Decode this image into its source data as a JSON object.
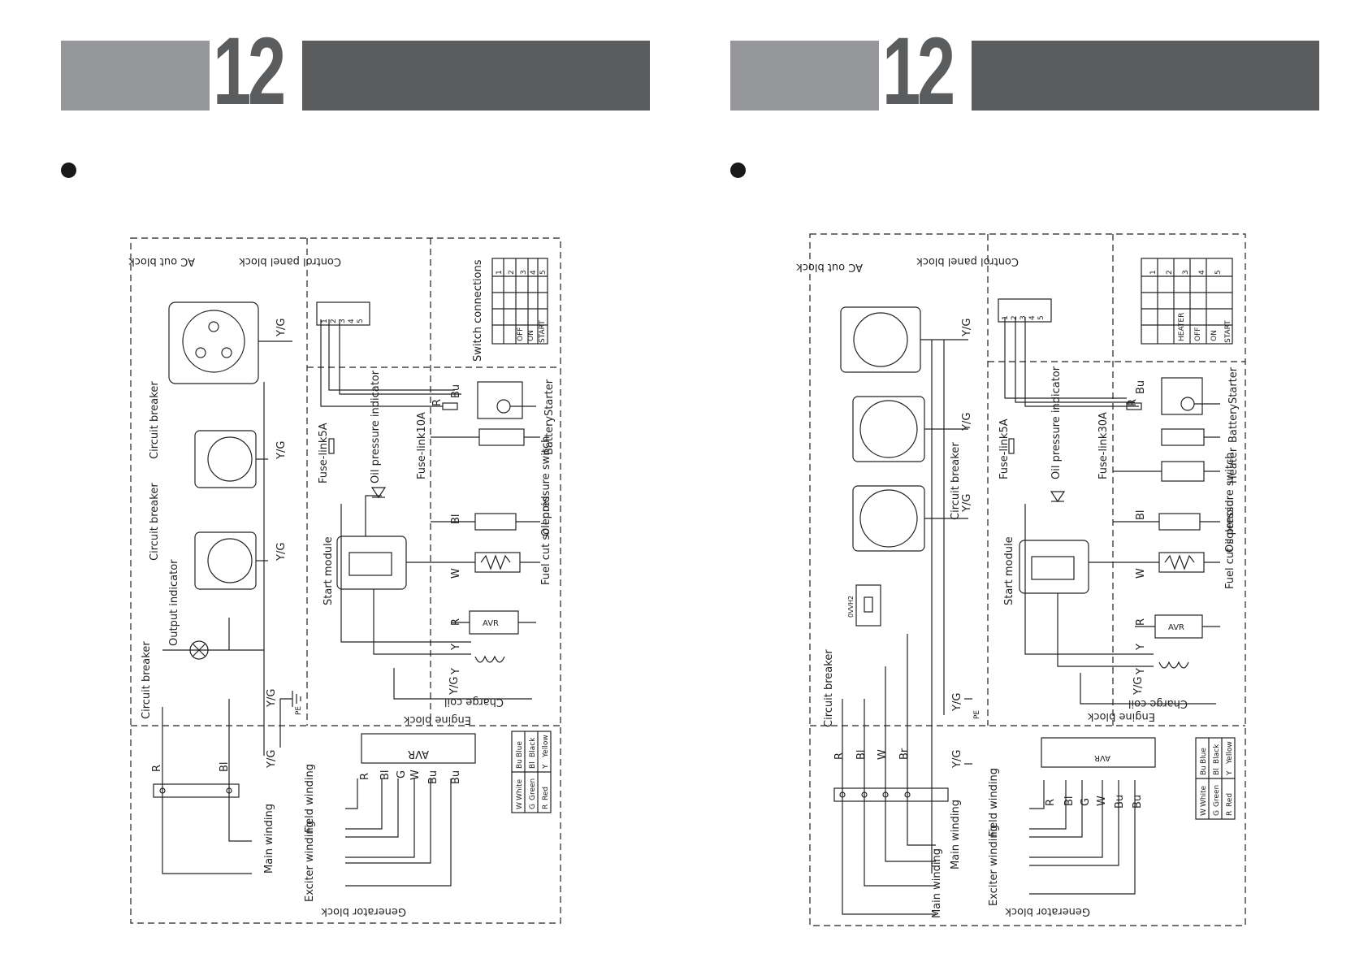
{
  "section_number": "12",
  "left": {
    "blocks": {
      "ac_out": "AC  out  block",
      "control_panel": "Control  panel  block",
      "switch_connections": "Switch  connections",
      "engine": "Engine  block",
      "generator": "Generator  block"
    },
    "labels": {
      "circuit_breaker_1": "Circuit  breaker",
      "circuit_breaker_2": "Circuit  breaker",
      "circuit_breaker_3": "Circuit  breaker",
      "output_indicator": "Output indicator",
      "start_module": "Start  module",
      "fuse_5a": "Fuse-link5A",
      "fuse_10a": "Fuse-link10A",
      "oil_pressure_indicator": "Oil  pressure indicator",
      "oil_pressure_switch": "Oil  pressure switch",
      "fuel_cut": "Fuel  cut solenoid",
      "battery": "Battery",
      "starter": "Starter",
      "charge_coil": "Charge coil",
      "avr_small": "AVR",
      "avr_big": "AVR",
      "main_winding": "Main winding",
      "field_winding": "Field winding",
      "exciter_winding": "Exciter winding",
      "pe": "PE"
    },
    "switch_states": [
      "OFF",
      "ON",
      "START"
    ]
  },
  "right": {
    "blocks": {
      "ac_out": "AC  out  block",
      "control_panel": "Control  panel  block",
      "engine": "Engine  block",
      "generator": "Generator  block"
    },
    "labels": {
      "circuit_breaker_a": "Circuit  breaker",
      "circuit_breaker_b": "Circuit  breaker",
      "start_module": "Start  module",
      "fuse_5a": "Fuse-link5A",
      "fuse_30a": "Fuse-link30A",
      "oil_pressure_indicator": "Oil  pressure indicator",
      "oil_pressure_switch": "Oil  pressure switch",
      "fuel_cut": "Fuel  cut solenoid",
      "heater": "Heater",
      "battery": "Battery",
      "starter": "Starter",
      "charge_coil": "Charge coil",
      "avr_small": "AVR",
      "avr_big": "AVR",
      "main_winding_1": "Main winding",
      "main_winding_2": "Main winding",
      "field_winding": "Field winding",
      "exciter_winding": "Exciter winding",
      "meter": "0VVH2",
      "pe": "PE"
    },
    "switch_states": [
      "HEATER",
      "OFF",
      "ON",
      "START"
    ]
  },
  "terminals": [
    "1",
    "2",
    "3",
    "4",
    "5"
  ],
  "wires": {
    "R": "R",
    "Bl": "Bl",
    "G": "G",
    "W": "W",
    "Bu": "Bu",
    "Br": "Br",
    "Y": "Y",
    "YG": "Y/G"
  },
  "color_legend": [
    {
      "code": "W",
      "name": "White",
      "code2": "Bu",
      "name2": "Blue"
    },
    {
      "code": "G",
      "name": "Green",
      "code2": "Bl",
      "name2": "Black"
    },
    {
      "code": "R",
      "name": "Red",
      "code2": "Y",
      "name2": "Yellow"
    }
  ]
}
